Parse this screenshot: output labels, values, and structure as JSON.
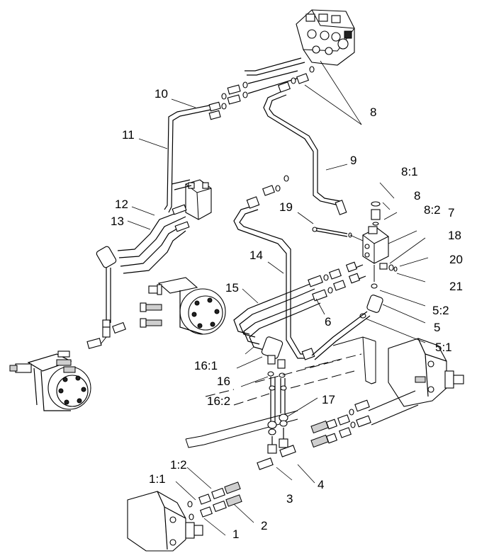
{
  "callouts": [
    {
      "id": "c-1",
      "text": "1"
    },
    {
      "id": "c-1-1",
      "text": "1:1"
    },
    {
      "id": "c-1-2",
      "text": "1:2"
    },
    {
      "id": "c-2",
      "text": "2"
    },
    {
      "id": "c-3",
      "text": "3"
    },
    {
      "id": "c-4",
      "text": "4"
    },
    {
      "id": "c-5",
      "text": "5"
    },
    {
      "id": "c-5-1",
      "text": "5:1"
    },
    {
      "id": "c-5-2",
      "text": "5:2"
    },
    {
      "id": "c-6",
      "text": "6"
    },
    {
      "id": "c-7",
      "text": "7"
    },
    {
      "id": "c-8a",
      "text": "8"
    },
    {
      "id": "c-8b",
      "text": "8"
    },
    {
      "id": "c-8-1",
      "text": "8:1"
    },
    {
      "id": "c-8-2",
      "text": "8:2"
    },
    {
      "id": "c-9",
      "text": "9"
    },
    {
      "id": "c-10",
      "text": "10"
    },
    {
      "id": "c-11",
      "text": "11"
    },
    {
      "id": "c-12",
      "text": "12"
    },
    {
      "id": "c-13",
      "text": "13"
    },
    {
      "id": "c-14",
      "text": "14"
    },
    {
      "id": "c-15",
      "text": "15"
    },
    {
      "id": "c-16",
      "text": "16"
    },
    {
      "id": "c-16-1",
      "text": "16:1"
    },
    {
      "id": "c-16-2",
      "text": "16:2"
    },
    {
      "id": "c-17",
      "text": "17"
    },
    {
      "id": "c-18",
      "text": "18"
    },
    {
      "id": "c-19",
      "text": "19"
    },
    {
      "id": "c-20",
      "text": "20"
    },
    {
      "id": "c-21",
      "text": "21"
    }
  ]
}
